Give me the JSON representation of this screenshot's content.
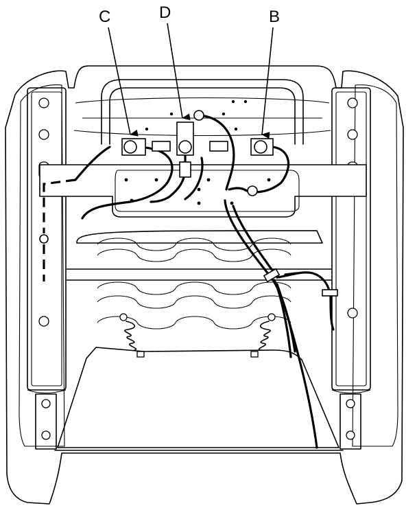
{
  "diagram": {
    "callouts": {
      "c": "C",
      "d": "D",
      "b": "B"
    },
    "colors": {
      "line": "#000000",
      "background": "#ffffff"
    }
  }
}
